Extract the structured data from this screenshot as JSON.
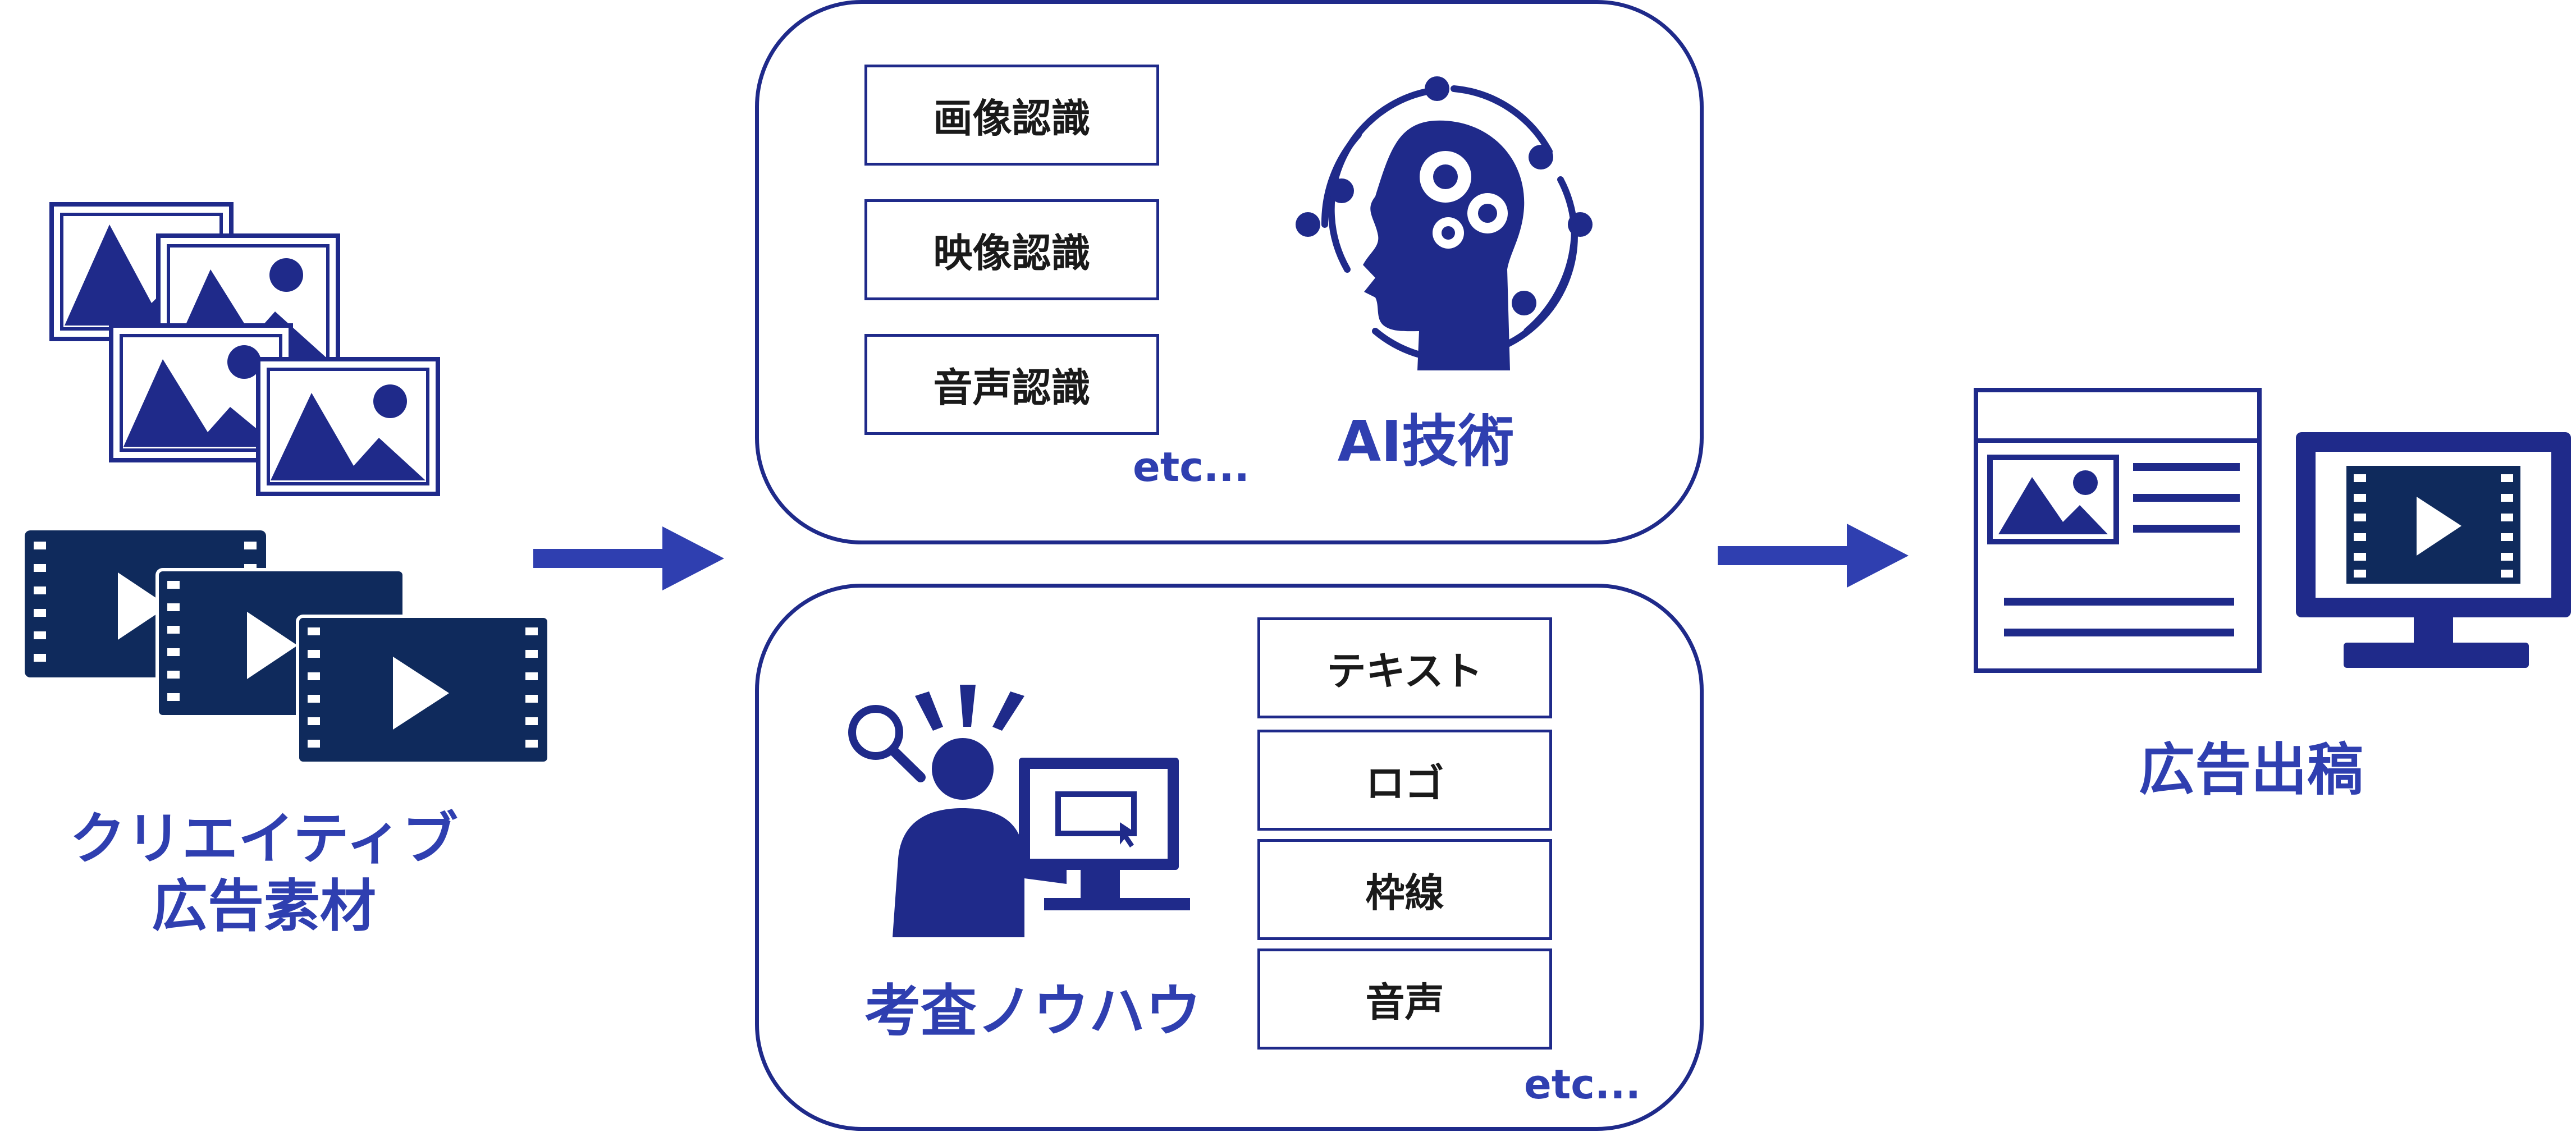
{
  "colors": {
    "navy": "#1f2a8a",
    "dark_navy": "#0f2a5c",
    "label_blue": "#2f3fb0",
    "text_dark": "#1a1a1a",
    "background": "#ffffff"
  },
  "source": {
    "label_line1": "クリエイティブ",
    "label_line2": "広告素材",
    "icons": [
      "image-icon",
      "video-icon"
    ]
  },
  "ai_panel": {
    "items": [
      "画像認識",
      "映像認識",
      "音声認識"
    ],
    "etc": "etc...",
    "title": "AI技術",
    "icon": "ai-brain-icon"
  },
  "knowhow_panel": {
    "items": [
      "テキスト",
      "ロゴ",
      "枠線",
      "音声"
    ],
    "etc": "etc...",
    "title": "考査ノウハウ",
    "icon": "reviewer-icon"
  },
  "output": {
    "label": "広告出稿",
    "icons": [
      "web-page-icon",
      "monitor-icon"
    ]
  },
  "arrows": [
    "arrow-right-icon",
    "arrow-right-icon"
  ]
}
